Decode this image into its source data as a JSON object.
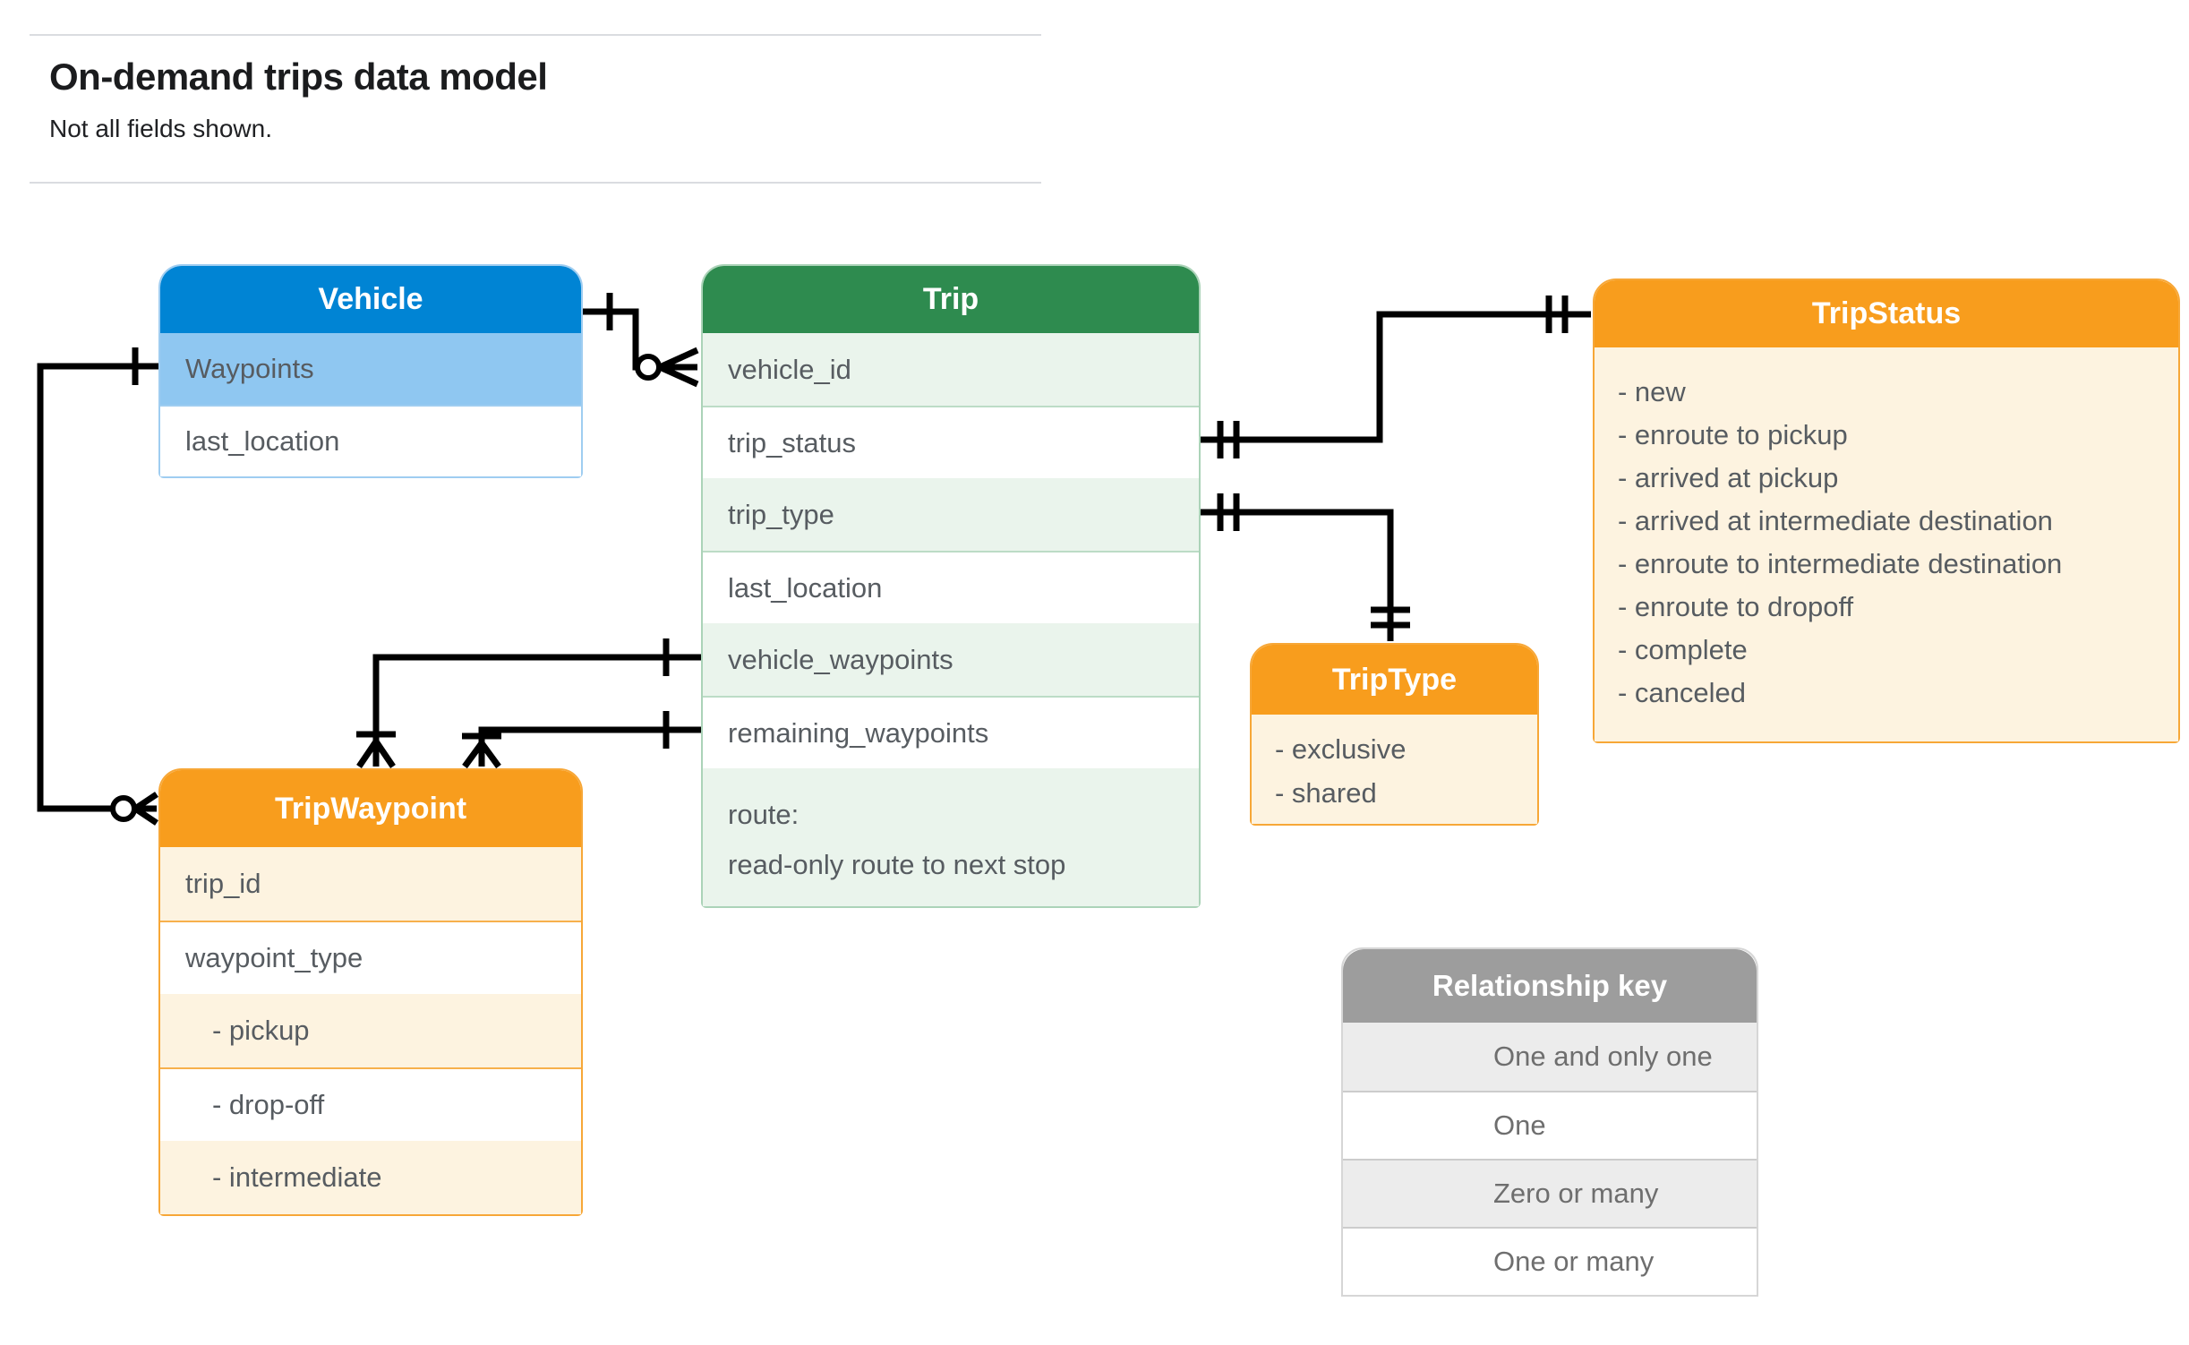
{
  "page": {
    "title": "On-demand trips data model",
    "subtitle": "Not all fields shown."
  },
  "entities": {
    "vehicle": {
      "title": "Vehicle",
      "rows": [
        {
          "label": "Waypoints",
          "highlight": true
        },
        {
          "label": "last_location",
          "highlight": false
        }
      ]
    },
    "trip": {
      "title": "Trip",
      "rows": [
        {
          "label": "vehicle_id"
        },
        {
          "label": "trip_status"
        },
        {
          "label": "trip_type"
        },
        {
          "label": "last_location"
        },
        {
          "label": "vehicle_waypoints"
        },
        {
          "label": "remaining_waypoints"
        }
      ],
      "route_row": {
        "line1": "route:",
        "line2": "read-only route to next stop"
      }
    },
    "tripstatus": {
      "title": "TripStatus",
      "items": [
        "- new",
        "- enroute to pickup",
        "- arrived at pickup",
        "- arrived at intermediate destination",
        "- enroute to intermediate destination",
        "- enroute to dropoff",
        "- complete",
        "- canceled"
      ]
    },
    "triptype": {
      "title": "TripType",
      "items": [
        "- exclusive",
        "- shared"
      ]
    },
    "tripwaypoint": {
      "title": "TripWaypoint",
      "rows": [
        {
          "label": "trip_id",
          "indent": false
        },
        {
          "label": "waypoint_type",
          "indent": false
        },
        {
          "label": "- pickup",
          "indent": true
        },
        {
          "label": "- drop-off",
          "indent": true
        },
        {
          "label": "- intermediate",
          "indent": true
        }
      ]
    }
  },
  "legend": {
    "title": "Relationship key",
    "rows": [
      {
        "symbol": "one-and-only-one",
        "label": "One and only one"
      },
      {
        "symbol": "one",
        "label": "One"
      },
      {
        "symbol": "zero-or-many",
        "label": "Zero or many"
      },
      {
        "symbol": "one-or-many",
        "label": "One or many"
      }
    ]
  },
  "relationships": [
    {
      "from": "Vehicle",
      "to": "Trip.vehicle_id",
      "from_cardinality": "one",
      "to_cardinality": "zero-or-many"
    },
    {
      "from": "Vehicle.Waypoints",
      "to": "TripWaypoint",
      "from_cardinality": "one",
      "to_cardinality": "zero-or-many"
    },
    {
      "from": "Trip.trip_status",
      "to": "TripStatus",
      "from_cardinality": "one-and-only-one",
      "to_cardinality": "one-and-only-one"
    },
    {
      "from": "Trip.trip_type",
      "to": "TripType",
      "from_cardinality": "one-and-only-one",
      "to_cardinality": "one-and-only-one"
    },
    {
      "from": "Trip.vehicle_waypoints",
      "to": "TripWaypoint",
      "from_cardinality": "one",
      "to_cardinality": "one-or-many"
    },
    {
      "from": "Trip.remaining_waypoints",
      "to": "TripWaypoint",
      "from_cardinality": "one",
      "to_cardinality": "one-or-many"
    }
  ],
  "colors": {
    "vehicle_header": "#0084d4",
    "vehicle_row_highlight": "#8fc7f1",
    "trip_header": "#2e8b4f",
    "trip_row_alt": "#eaf4ec",
    "orange_header": "#f89d1d",
    "orange_row_alt": "#fdf3e0",
    "legend_header": "#9d9d9d",
    "legend_row_alt": "#ececec",
    "connector": "#000000",
    "field_text": "#575c61"
  }
}
